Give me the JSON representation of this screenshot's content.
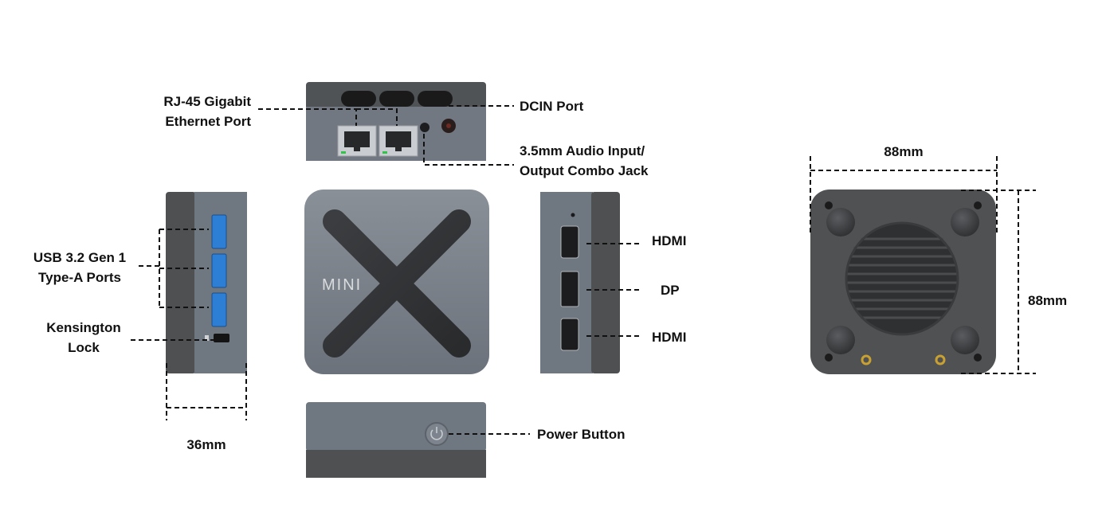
{
  "labels": {
    "rj45_line1": "RJ-45 Gigabit",
    "rj45_line2": "Ethernet Port",
    "dcin": "DCIN Port",
    "audio_line1": "3.5mm Audio Input/",
    "audio_line2": "Output Combo Jack",
    "usb_line1": "USB 3.2 Gen 1",
    "usb_line2": "Type-A Ports",
    "kensington_line1": "Kensington",
    "kensington_line2": "Lock",
    "hdmi_top": "HDMI",
    "dp": "DP",
    "hdmi_bottom": "HDMI",
    "power_button": "Power Button"
  },
  "dimensions": {
    "depth": "36mm",
    "width": "88mm",
    "height": "88mm"
  },
  "device": {
    "logo": "MINI"
  },
  "colors": {
    "device_light": "#757b84",
    "device_dark": "#505254",
    "device_darker": "#3e4042",
    "port_blue": "#2d7fd6",
    "line": "#111111",
    "gold": "#c9a032"
  }
}
